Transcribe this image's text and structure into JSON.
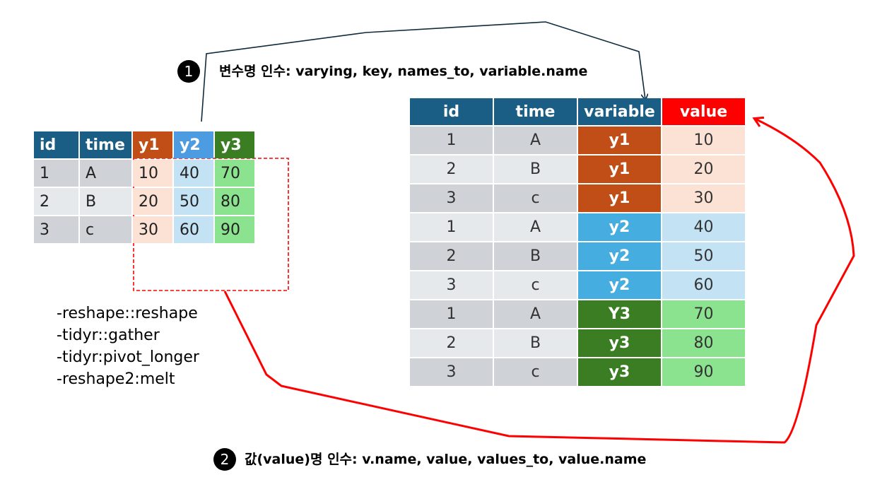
{
  "annotation1": {
    "badge": "1",
    "text": "변수명 인수: varying, key, names_to, variable.name"
  },
  "annotation2": {
    "badge": "2",
    "text": "값(value)명 인수: v.name, value, values_to, value.name"
  },
  "wide_table": {
    "headers": [
      "id",
      "time",
      "y1",
      "y2",
      "y3"
    ],
    "rows": [
      [
        "1",
        "A",
        "10",
        "40",
        "70"
      ],
      [
        "2",
        "B",
        "20",
        "50",
        "80"
      ],
      [
        "3",
        "c",
        "30",
        "60",
        "90"
      ]
    ]
  },
  "long_table": {
    "headers": [
      "id",
      "time",
      "variable",
      "value"
    ],
    "rows": [
      [
        "1",
        "A",
        "y1",
        "10"
      ],
      [
        "2",
        "B",
        "y1",
        "20"
      ],
      [
        "3",
        "c",
        "y1",
        "30"
      ],
      [
        "1",
        "A",
        "y2",
        "40"
      ],
      [
        "2",
        "B",
        "y2",
        "50"
      ],
      [
        "3",
        "c",
        "y2",
        "60"
      ],
      [
        "1",
        "A",
        "Y3",
        "70"
      ],
      [
        "2",
        "B",
        "y3",
        "80"
      ],
      [
        "3",
        "c",
        "y3",
        "90"
      ]
    ]
  },
  "functions": [
    "-reshape::reshape",
    "-tidyr::gather",
    "-tidyr:pivot_longer",
    "-reshape2:melt"
  ],
  "colors": {
    "header_blue": "#1b5e85",
    "value_header": "#ff0000",
    "y1": "#c04e16",
    "y2": "#4d9be0",
    "y3": "#3a7d22",
    "arrow_value": "#ff0000",
    "arrow_variable": "#0f2a3a"
  }
}
